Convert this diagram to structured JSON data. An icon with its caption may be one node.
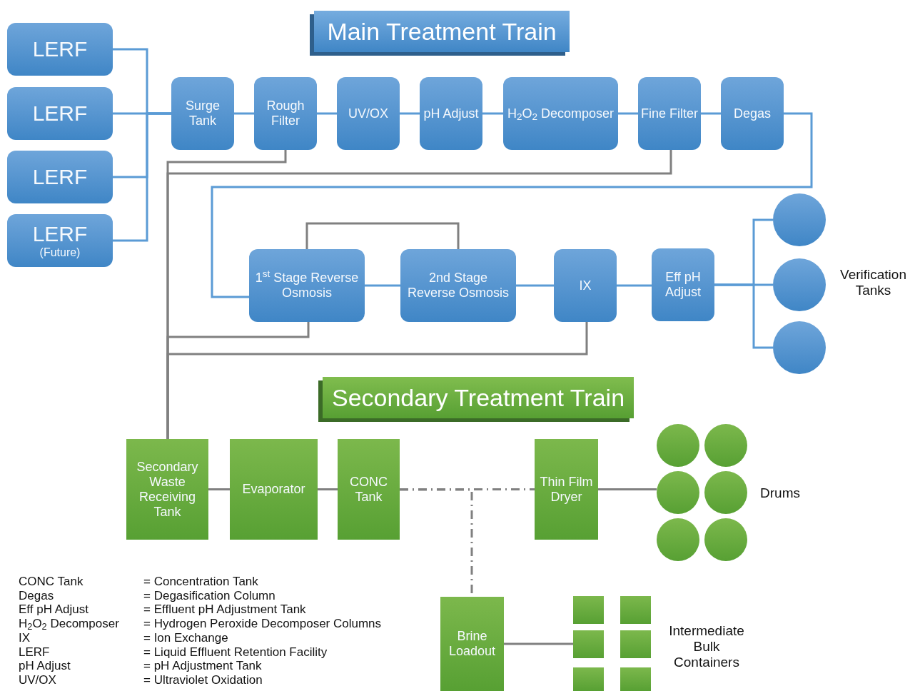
{
  "diagram": {
    "nodes": [
      {
        "text": [
          "LERF"
        ]
      },
      {
        "text": [
          "LERF"
        ]
      },
      {
        "text": [
          "LERF"
        ]
      },
      {
        "text": [
          "LERF",
          "(Future)"
        ]
      },
      {
        "text": [
          "Surge Tank"
        ]
      },
      {
        "text": [
          "Rough Filter"
        ]
      },
      {
        "text": [
          "UV/OX"
        ]
      },
      {
        "text": [
          "pH Adjust"
        ]
      },
      {
        "text": [
          "H$_{2}$O$_{2}$ Decomposer"
        ]
      },
      {
        "text": [
          "Fine Filter"
        ]
      },
      {
        "text": [
          "Degas"
        ]
      },
      {
        "text": [
          "1$^{st}$ Stage Reverse Osmosis"
        ]
      },
      {
        "text": [
          "2nd Stage Reverse Osmosis"
        ]
      },
      {
        "text": [
          "IX"
        ]
      },
      {
        "text": [
          "Eff pH Adjust"
        ]
      },
      {
        "text": [],
        "shape": "circle"
      },
      {
        "text": [],
        "shape": "circle"
      },
      {
        "text": [],
        "shape": "circle"
      },
      {
        "text": [
          "Secondary Waste Receiving Tank"
        ]
      },
      {
        "text": [
          "Evaporator"
        ]
      },
      {
        "text": [
          "CONC Tank"
        ]
      },
      {
        "text": [
          "Thin Film Dryer"
        ]
      },
      {
        "text": [],
        "shape": "circle"
      },
      {
        "text": [],
        "shape": "circle"
      },
      {
        "text": [],
        "shape": "circle"
      },
      {
        "text": [],
        "shape": "circle"
      },
      {
        "text": [],
        "shape": "circle"
      },
      {
        "text": [],
        "shape": "circle"
      },
      {
        "text": [
          "Brine Loadout"
        ]
      },
      {
        "text": [],
        "shape": "box"
      },
      {
        "text": [],
        "shape": "box"
      },
      {
        "text": [],
        "shape": "box"
      },
      {
        "text": [],
        "shape": "box"
      },
      {
        "text": [],
        "shape": "box"
      },
      {
        "text": [],
        "shape": "box"
      }
    ],
    "edges": [
      {
        "from": 0,
        "to": 4,
        "arrow": "none"
      },
      {
        "from": 1,
        "to": 4,
        "arrow": "none"
      },
      {
        "from": 2,
        "to": 4,
        "arrow": "none"
      },
      {
        "from": 3,
        "to": 4,
        "arrow": "none"
      },
      {
        "from": 4,
        "to": 5,
        "arrow": "none"
      },
      {
        "from": 5,
        "to": 6,
        "arrow": "none"
      },
      {
        "from": 6,
        "to": 7,
        "arrow": "none"
      },
      {
        "from": 7,
        "to": 8,
        "arrow": "none"
      },
      {
        "from": 8,
        "to": 9,
        "arrow": "none"
      },
      {
        "from": 9,
        "to": 10,
        "arrow": "none"
      },
      {
        "from": 10,
        "to": 11,
        "arrow": "none"
      },
      {
        "from": 11,
        "to": 12,
        "arrow": "none"
      },
      {
        "from": 12,
        "to": 13,
        "arrow": "none"
      },
      {
        "from": 13,
        "to": 14,
        "arrow": "none"
      },
      {
        "from": 14,
        "to": 15,
        "arrow": "none"
      },
      {
        "from": 14,
        "to": 16,
        "arrow": "none"
      },
      {
        "from": 14,
        "to": 17,
        "arrow": "none"
      },
      {
        "from": 11,
        "to": 12,
        "arrow": "none",
        "color": "#808080"
      },
      {
        "from": 5,
        "to": 18,
        "arrow": "none",
        "color": "#808080"
      },
      {
        "from": 9,
        "to": 18,
        "arrow": "none",
        "color": "#808080"
      },
      {
        "from": 11,
        "to": 18,
        "arrow": "none",
        "color": "#808080"
      },
      {
        "from": 13,
        "to": 18,
        "arrow": "none",
        "color": "#808080"
      },
      {
        "from": 18,
        "to": 19,
        "arrow": "none",
        "color": "#808080"
      },
      {
        "from": 19,
        "to": 20,
        "arrow": "none",
        "color": "#808080"
      },
      {
        "from": 20,
        "to": 21,
        "arrow": "none",
        "style": "dashed",
        "color": "#808080"
      },
      {
        "from": 20,
        "to": 28,
        "arrow": "none",
        "style": "dashed",
        "color": "#808080"
      },
      {
        "from": 21,
        "to": 24,
        "arrow": "none",
        "color": "#808080"
      },
      {
        "from": 28,
        "to": 31,
        "arrow": "none",
        "color": "#808080"
      }
    ],
    "labels": [
      "Main Treatment Train",
      "Verification Tanks",
      "Secondary Treatment Train",
      "Drums",
      "Intermediate Bulk Containers",
      "CONC Tank",
      "= Concentration Tank",
      "Degas",
      "= Degasification Column",
      "Eff pH Adjust",
      "= Effluent pH Adjustment Tank",
      "H$_{2}$O$_{2}$ Decomposer",
      "= Hydrogen Peroxide Decomposer Columns",
      "IX",
      "= Ion Exchange",
      "LERF",
      "= Liquid Effluent Retention Facility",
      "pH Adjust",
      "= pH Adjustment Tank",
      "UV/OX",
      "= Ultraviolet Oxidation"
    ]
  }
}
